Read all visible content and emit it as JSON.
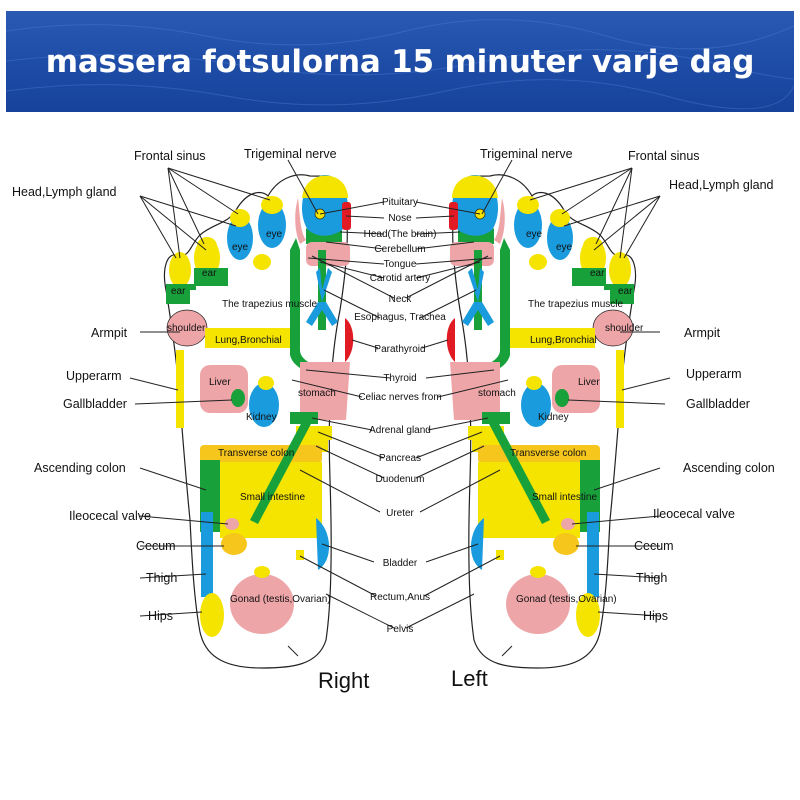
{
  "banner": {
    "title": "massera fotsulorna 15 minuter varje dag",
    "background_color": "#1f4ea8"
  },
  "palette": {
    "yellow": "#f5e400",
    "blue": "#1a9bde",
    "green": "#18a03a",
    "pink": "#eea5a8",
    "red": "#e01b24",
    "orange": "#f6c61c"
  },
  "feet": {
    "right": {
      "name": "Right",
      "outer_labels": [
        "Frontal sinus",
        "Head,Lymph gland",
        "Armpit",
        "Upperarm",
        "Gallbladder",
        "Ascending colon",
        "Ileocecal valve",
        "Cecum",
        "Thigh",
        "Hips"
      ],
      "inner_labels": [
        "ear",
        "ear",
        "eye",
        "eye",
        "shoulder",
        "The trapezius muscle",
        "Lung,Bronchial",
        "Liver",
        "Kidney",
        "stomach",
        "Transverse colon",
        "Small intestine",
        "Gonad (testis,Ovarian)"
      ],
      "top_label": "Trigeminal nerve"
    },
    "left": {
      "name": "Left",
      "outer_labels": [
        "Frontal sinus",
        "Head,Lymph gland",
        "Armpit",
        "Upperarm",
        "Gallbladder",
        "Ascending colon",
        "Ileocecal valve",
        "Cecum",
        "Thigh",
        "Hips"
      ],
      "inner_labels": [
        "ear",
        "ear",
        "eye",
        "eye",
        "shoulder",
        "The trapezius muscle",
        "Lung,Bronchial",
        "Liver",
        "Kidney",
        "stomach",
        "Transverse colon",
        "Small intestine",
        "Gonad (testis,Ovarian)"
      ],
      "top_label": "Trigeminal nerve"
    }
  },
  "center_labels": [
    "Pituitary",
    "Nose",
    "Head(The brain)",
    "Cerebellum",
    "Tongue",
    "Carotid artery",
    "Neck",
    "Esophagus, Trachea",
    "Parathyroid",
    "Thyroid",
    "Celiac nerves from",
    "Adrenal gland",
    "Pancreas",
    "Duodenum",
    "Ureter",
    "Bladder",
    "Rectum,Anus",
    "Pelvis"
  ]
}
